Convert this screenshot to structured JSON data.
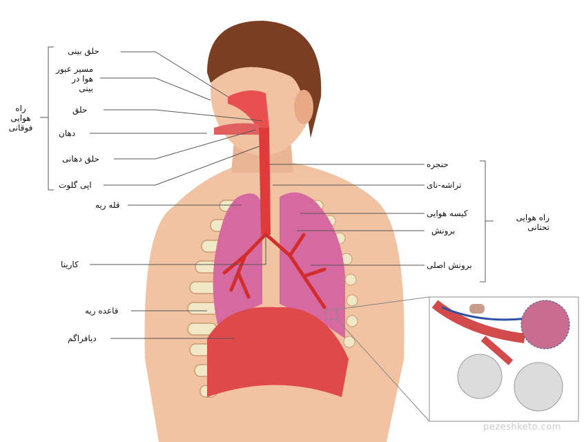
{
  "upper_airway": {
    "group_label": "راه هوایی فوقانی",
    "labels": [
      "حلق بینی",
      "مسیر عبور هوا در بینی",
      "حلق",
      "دهان",
      "حلق دهانی",
      "اپی گلوت"
    ]
  },
  "lower_airway": {
    "group_label": "راه هوایی تحتانی",
    "labels": [
      "حنجره",
      "تراشه-نای",
      "کیسه هوایی",
      "برونش",
      "برونش اصلی"
    ]
  },
  "lung_labels": [
    "قله ریه",
    "کارینا",
    "قاعده ریه",
    "دیافراگم"
  ],
  "watermark": "pezeshketo.com",
  "colors": {
    "skin": "#f2c3a3",
    "hair": "#7a3f22",
    "lung": "#d66aa0",
    "airway": "#e03b3b",
    "rib": "#f1e8c8"
  }
}
